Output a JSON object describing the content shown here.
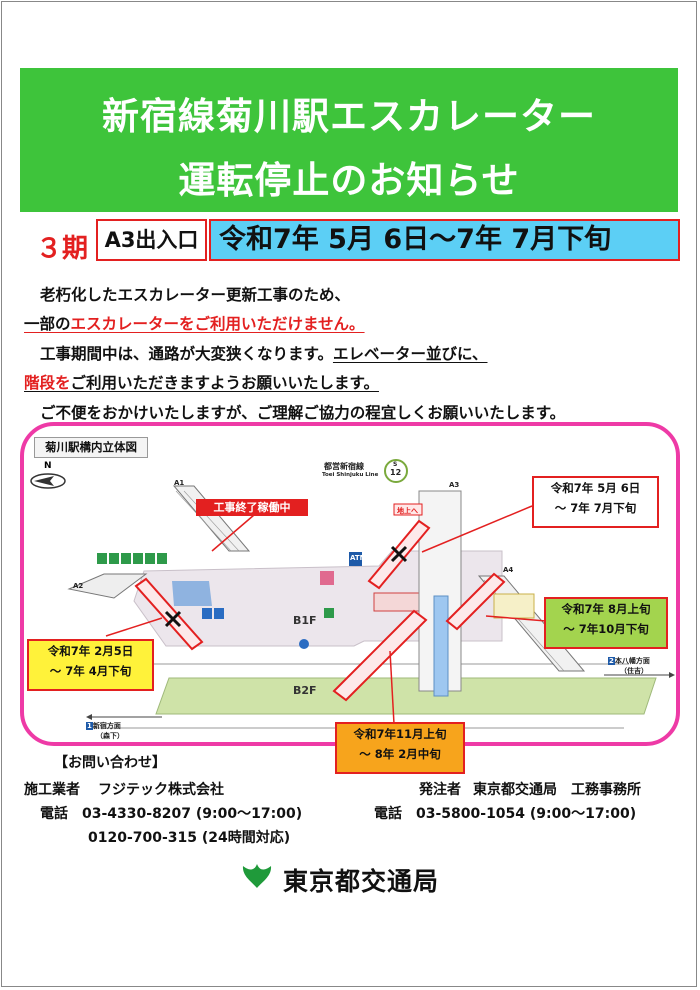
{
  "banner": {
    "line1": "新宿線菊川駅エスカレーター",
    "line2": "運転停止のお知らせ"
  },
  "phase": {
    "label": "３期",
    "entrance": "A3出入口",
    "period": "令和7年 5月 6日～7年 7月下旬"
  },
  "body": {
    "l1": "老朽化したエスカレーター更新工事のため、",
    "l2_a": "一部の",
    "l2_b": "エスカレーターをご利用いただけません。",
    "l3_a": "工事期間中は、通路が大変狭くなります。",
    "l3_b": "エレベーター並びに、",
    "l4_a": "階段を",
    "l4_b": "ご利用いただきますようお願いいたします。",
    "l5": "ご不便をおかけいたしますが、ご理解ご協力の程宜しくお願いいたします。"
  },
  "map": {
    "title": "菊川駅構内立体図",
    "north": "N",
    "line_name": "都営新宿線",
    "line_name_en": "Toei Shinjuku Line",
    "line_code_s": "S",
    "line_code_n": "12",
    "exit_a1": "A1",
    "exit_a2": "A2",
    "exit_a3": "A3",
    "exit_a4": "A4",
    "to_ground": "地上へ",
    "atm": "ATM",
    "b1f": "B1F",
    "b2f": "B2F",
    "dir_right_num": "2",
    "dir_right": "本八幡方面",
    "dir_right_sub": "（住吉）",
    "dir_left_num": "1",
    "dir_left": "新宿方面",
    "dir_left_sub": "（森下）",
    "completed_tag": "工事終了稼働中",
    "callouts": {
      "current_l1": "令和7年 5月 6日",
      "current_l2": "～ 7年 7月下旬",
      "next_l1": "令和7年 8月上旬",
      "next_l2": "～ 7年10月下旬",
      "past_l1": "令和7年 2月5日",
      "past_l2": "～ 7年 4月下旬",
      "last_l1": "令和7年11月上旬",
      "last_l2": "～ 8年 2月中旬"
    }
  },
  "contact": {
    "heading": "【お問い合わせ】",
    "contractor_label": "施工業者",
    "contractor_name": "フジテック株式会社",
    "phone_label": "電話",
    "contractor_phone1": "03-4330-8207 (9:00～17:00)",
    "contractor_phone2": "0120-700-315 (24時間対応)",
    "orderer_label": "発注者",
    "orderer_name": "東京都交通局　工務事務所",
    "orderer_phone": "03-5800-1054 (9:00～17:00)"
  },
  "footer": {
    "logo_text": "東京都交通局"
  },
  "colors": {
    "banner_green": "#3ec43b",
    "accent_red": "#e32020",
    "period_blue": "#5ccff5",
    "frame_pink": "#ee3aa6",
    "logo_green": "#1f9a3a"
  }
}
